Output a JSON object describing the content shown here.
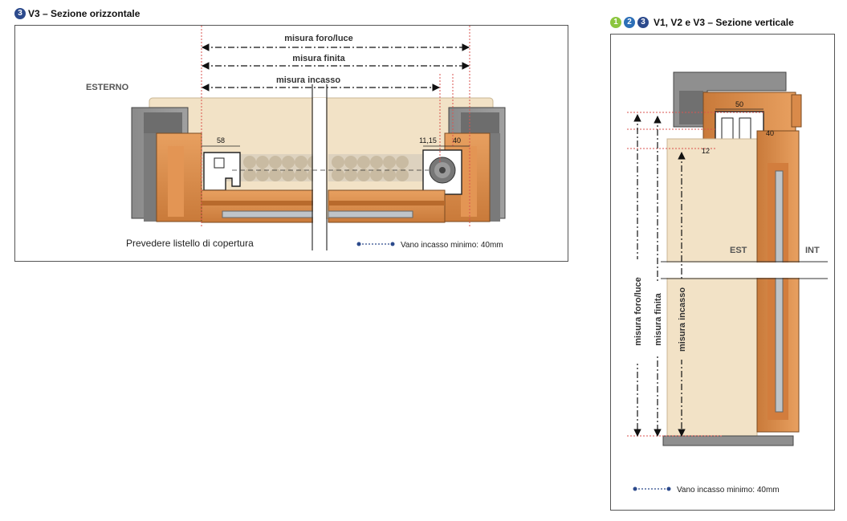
{
  "horizontal_section": {
    "badge_number": "3",
    "title": "V3 – Sezione orizzontale",
    "label_outside": "ESTERNO",
    "dimensions": {
      "foro_luce": "misura foro/luce",
      "finita": "misura finita",
      "incasso": "misura incasso"
    },
    "measure_58": "58",
    "measure_11_15": "11,15",
    "measure_40": "40",
    "note_cover_strip": "Prevedere listello di copertura",
    "legend_text": "Vano incasso minimo: 40mm"
  },
  "vertical_section": {
    "badges": [
      {
        "number": "1",
        "color": "#8cc63f"
      },
      {
        "number": "2",
        "color": "#2c6fb7"
      },
      {
        "number": "3",
        "color": "#2c4a8c"
      }
    ],
    "title": "V1, V2 e V3 – Sezione verticale",
    "label_est": "EST",
    "label_int": "INT",
    "measure_50": "50",
    "measure_40": "40",
    "measure_12": "12",
    "dimensions": {
      "foro_luce": "misura foro/luce",
      "finita": "misura finita",
      "incasso": "misura incasso"
    },
    "legend_text": "Vano incasso minimo: 40mm"
  },
  "colors": {
    "wall": "#8c8c8c",
    "wood": "#d98a4a",
    "panel_cream": "#f3e3c8",
    "guide_red": "#d9534f",
    "legend_blue": "#2c4a8c"
  }
}
